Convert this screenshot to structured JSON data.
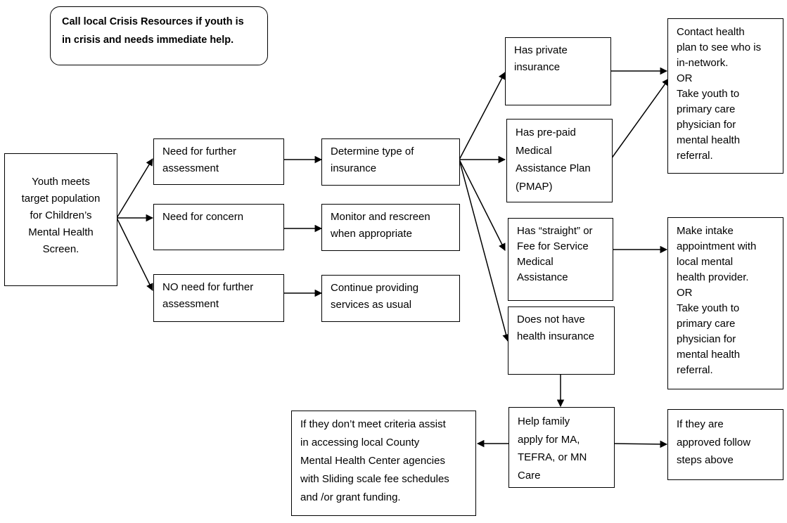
{
  "crisis_note": "Call local Crisis Resources if youth is\nin crisis and needs immediate help.",
  "boxes": {
    "youth": "Youth meets\ntarget population\nfor Children’s\nMental Health\nScreen.",
    "need_further": "Need for further\nassessment",
    "need_concern": "Need for concern",
    "no_need": "NO need for further\nassessment",
    "determine_insurance": "Determine type of\ninsurance",
    "monitor": "Monitor and rescreen\nwhen appropriate",
    "continue": "Continue providing\nservices as usual",
    "private_ins": "Has private\ninsurance",
    "pmap": "Has pre-paid\nMedical\nAssistance Plan\n(PMAP)",
    "straight_ma": "Has “straight” or\nFee for Service\nMedical\nAssistance",
    "no_ins": "Does not have\nhealth insurance",
    "contact_plan": "Contact health\nplan to see who is\nin-network.\nOR\nTake youth to\nprimary care\nphysician for\nmental health\nreferral.",
    "intake": "Make intake\nappointment with\nlocal mental\nhealth provider.\nOR\nTake youth to\nprimary care\nphysician for\nmental health\nreferral.",
    "help_family": "Help family\napply for MA,\nTEFRA, or MN\nCare",
    "approved": "If they are\napproved follow\nsteps above",
    "county": "If they don’t meet criteria assist\nin accessing local County\nMental Health Center agencies\nwith Sliding scale fee schedules\nand /or grant funding."
  }
}
